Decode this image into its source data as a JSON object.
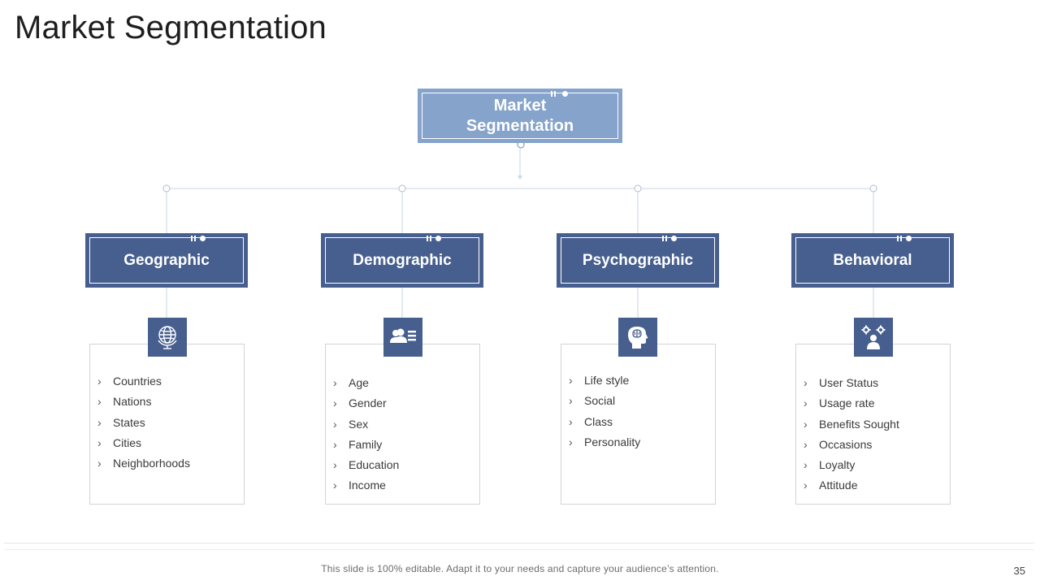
{
  "title": "Market Segmentation",
  "root": {
    "line1": "Market",
    "line2": "Segmentation"
  },
  "categories": [
    {
      "label": "Geographic",
      "icon": "globe-icon",
      "items": [
        "Countries",
        "Nations",
        "States",
        "Cities",
        "Neighborhoods"
      ]
    },
    {
      "label": "Demographic",
      "icon": "people-list-icon",
      "items": [
        "Age",
        "Gender",
        "Sex",
        "Family",
        "Education",
        "Income"
      ]
    },
    {
      "label": "Psychographic",
      "icon": "head-brain-icon",
      "items": [
        "Life style",
        "Social",
        "Class",
        "Personality"
      ]
    },
    {
      "label": "Behavioral",
      "icon": "person-gears-icon",
      "items": [
        "User Status",
        "Usage rate",
        "Benefits Sought",
        "Occasions",
        "Loyalty",
        "Attitude"
      ]
    }
  ],
  "bullet_glyph": "›",
  "footer": "This slide is 100% editable. Adapt it to your needs and capture your audience’s attention.",
  "page_number": "35",
  "colors": {
    "node": "#475f8f",
    "root": "#85a3cb",
    "connector": "#c9d6e4"
  }
}
